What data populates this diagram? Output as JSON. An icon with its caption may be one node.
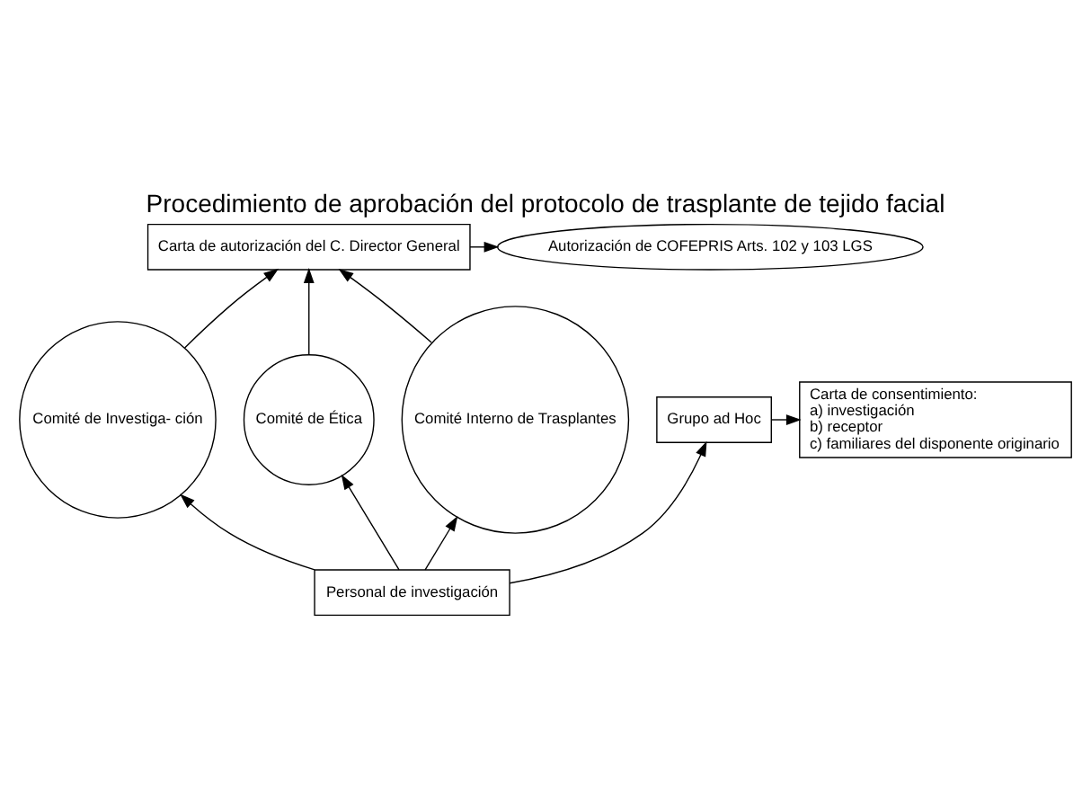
{
  "diagram": {
    "title": "Procedimiento de aprobación del protocolo de trasplante de tejido facial",
    "nodes": [
      {
        "text": [
          "Carta de autorización del C. Director General"
        ]
      },
      {
        "text": [
          "Autorización de COFEPRIS Arts. 102 y 103 LGS"
        ]
      },
      {
        "text": [
          "Comité de Investiga- ción"
        ]
      },
      {
        "text": [
          "Comité de Ética"
        ]
      },
      {
        "text": [
          "Comité Interno de Trasplantes"
        ]
      },
      {
        "text": [
          "Personal de investigación"
        ]
      },
      {
        "text": [
          "Grupo ad Hoc"
        ]
      },
      {
        "text": [
          "Carta de consentimiento:",
          "a) investigación",
          "b) receptor",
          "c) familiares del disponente originario"
        ]
      }
    ],
    "edges": [
      {
        "from": 5,
        "to": 2,
        "arrow": "to"
      },
      {
        "from": 5,
        "to": 3,
        "arrow": "to"
      },
      {
        "from": 5,
        "to": 4,
        "arrow": "to"
      },
      {
        "from": 5,
        "to": 6,
        "arrow": "to"
      },
      {
        "from": 6,
        "to": 7,
        "arrow": "to"
      },
      {
        "from": 2,
        "to": 0,
        "arrow": "to"
      },
      {
        "from": 3,
        "to": 0,
        "arrow": "to"
      },
      {
        "from": 4,
        "to": 0,
        "arrow": "to"
      },
      {
        "from": 0,
        "to": 1,
        "arrow": "to"
      }
    ]
  }
}
